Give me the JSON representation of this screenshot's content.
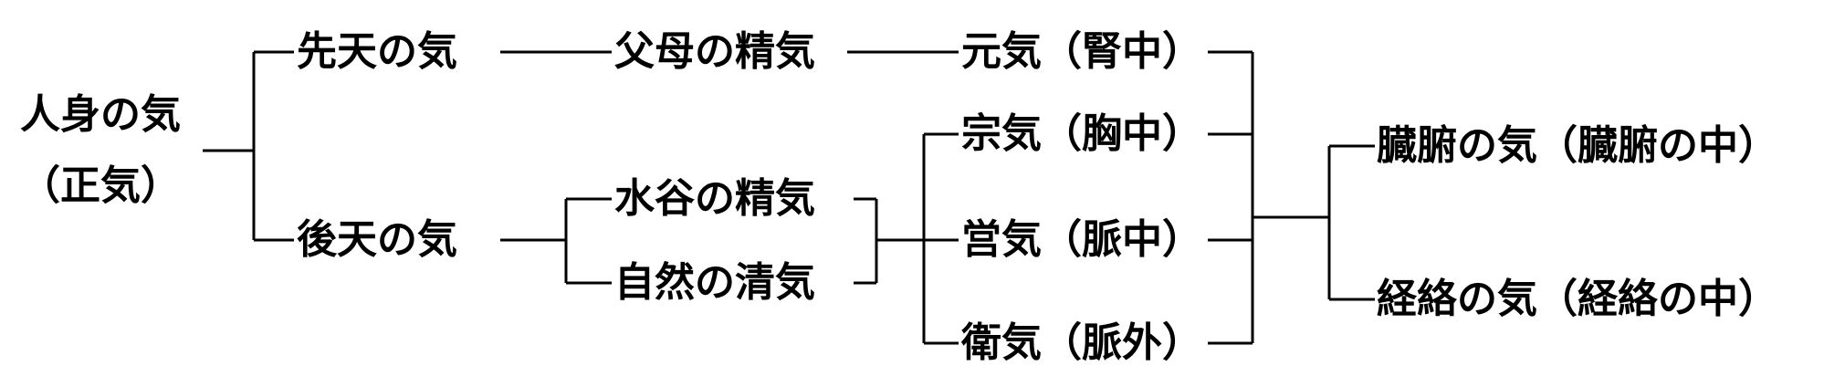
{
  "root": {
    "line1": "人身の気",
    "line2": "（正気）"
  },
  "level1": {
    "innate": "先天の気",
    "acquired": "後天の気"
  },
  "level2": {
    "parental_essence": "父母の精気",
    "grain_essence": "水谷の精気",
    "natural_clear_qi": "自然の清気"
  },
  "level3": {
    "yuan_qi": "元気（腎中）",
    "zong_qi": "宗気（胸中）",
    "ying_qi": "営気（脈中）",
    "wei_qi": "衛気（脈外）"
  },
  "level4": {
    "organ_qi": "臓腑の気（臓腑の中）",
    "meridian_qi": "経絡の気（経絡の中）"
  }
}
